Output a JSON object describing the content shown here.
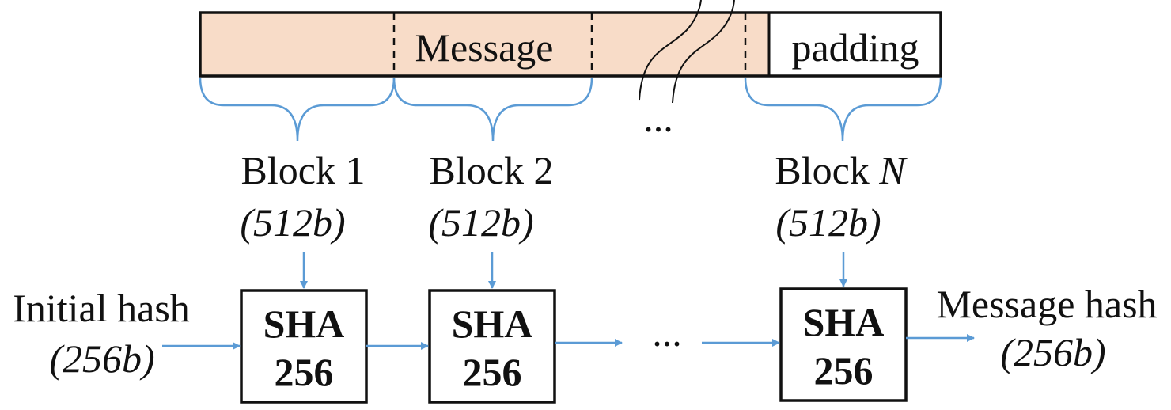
{
  "message_bar": {
    "message_label": "Message",
    "padding_label": "padding",
    "message_color": "#f8dcc8"
  },
  "ellipsis_top": "...",
  "blocks": [
    {
      "label": "Block 1",
      "size": "(512b)"
    },
    {
      "label": "Block 2",
      "size": "(512b)"
    },
    {
      "label_prefix": "Block ",
      "label_var": "N",
      "size": "(512b)"
    }
  ],
  "sha_boxes": [
    {
      "line1": "SHA",
      "line2": "256"
    },
    {
      "line1": "SHA",
      "line2": "256"
    },
    {
      "line1": "SHA",
      "line2": "256"
    }
  ],
  "ellipsis_bottom": "...",
  "initial_hash": {
    "label": "Initial hash",
    "size": "(256b)"
  },
  "message_hash": {
    "label": "Message hash",
    "size": "(256b)"
  },
  "arrow_color": "#5b9bd5"
}
